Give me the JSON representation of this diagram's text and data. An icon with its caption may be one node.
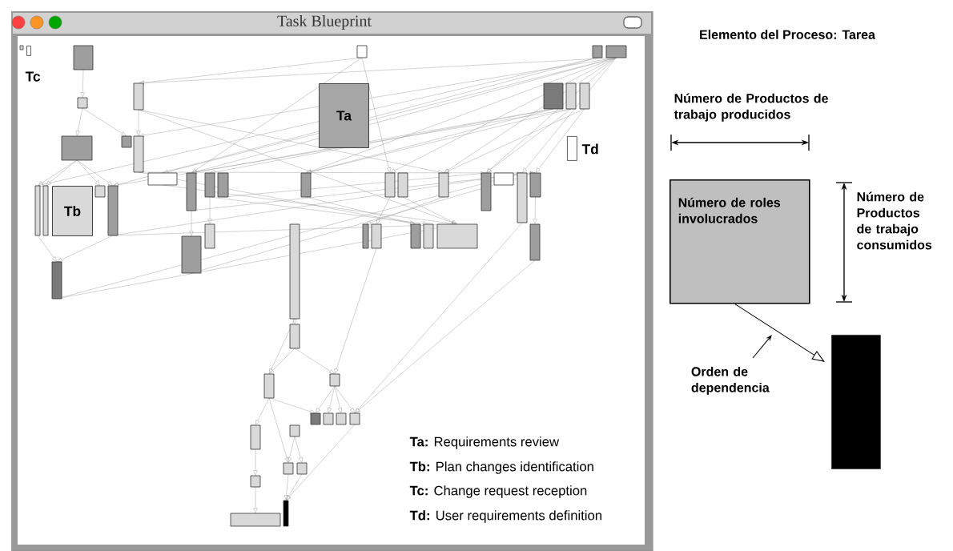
{
  "diagram": {
    "title": "Elemento del Proceso: Tarea",
    "nodes": [
      {
        "text": [
          "Task Blueprint"
        ]
      },
      {
        "text": [
          "Ta"
        ],
        "in": 0
      },
      {
        "text": [
          "Tb"
        ],
        "in": 0
      },
      {
        "text": [],
        "shape": "box",
        "in": 0,
        "beside": [
          "Tc"
        ]
      },
      {
        "text": [],
        "shape": "box",
        "in": 0,
        "beside": [
          "Td"
        ]
      },
      {
        "text": [
          "Número de roles involucrados"
        ]
      },
      {
        "text": [],
        "shape": "box"
      },
      {
        "text": [
          "Orden de dependencia"
        ]
      }
    ],
    "edges": [
      {
        "from": 5,
        "to": 6,
        "arrow": "to"
      },
      {
        "from": 7,
        "to": null,
        "arrow": "to"
      }
    ],
    "labels": [
      "Número de Productos de trabajo producidos",
      "Número de Productos de trabajo consumidos",
      "**Ta:** Requirements review",
      "**Tb:** Plan changes identification",
      "**Tc:** Change request reception",
      "**Td:** User requirements definition"
    ]
  }
}
